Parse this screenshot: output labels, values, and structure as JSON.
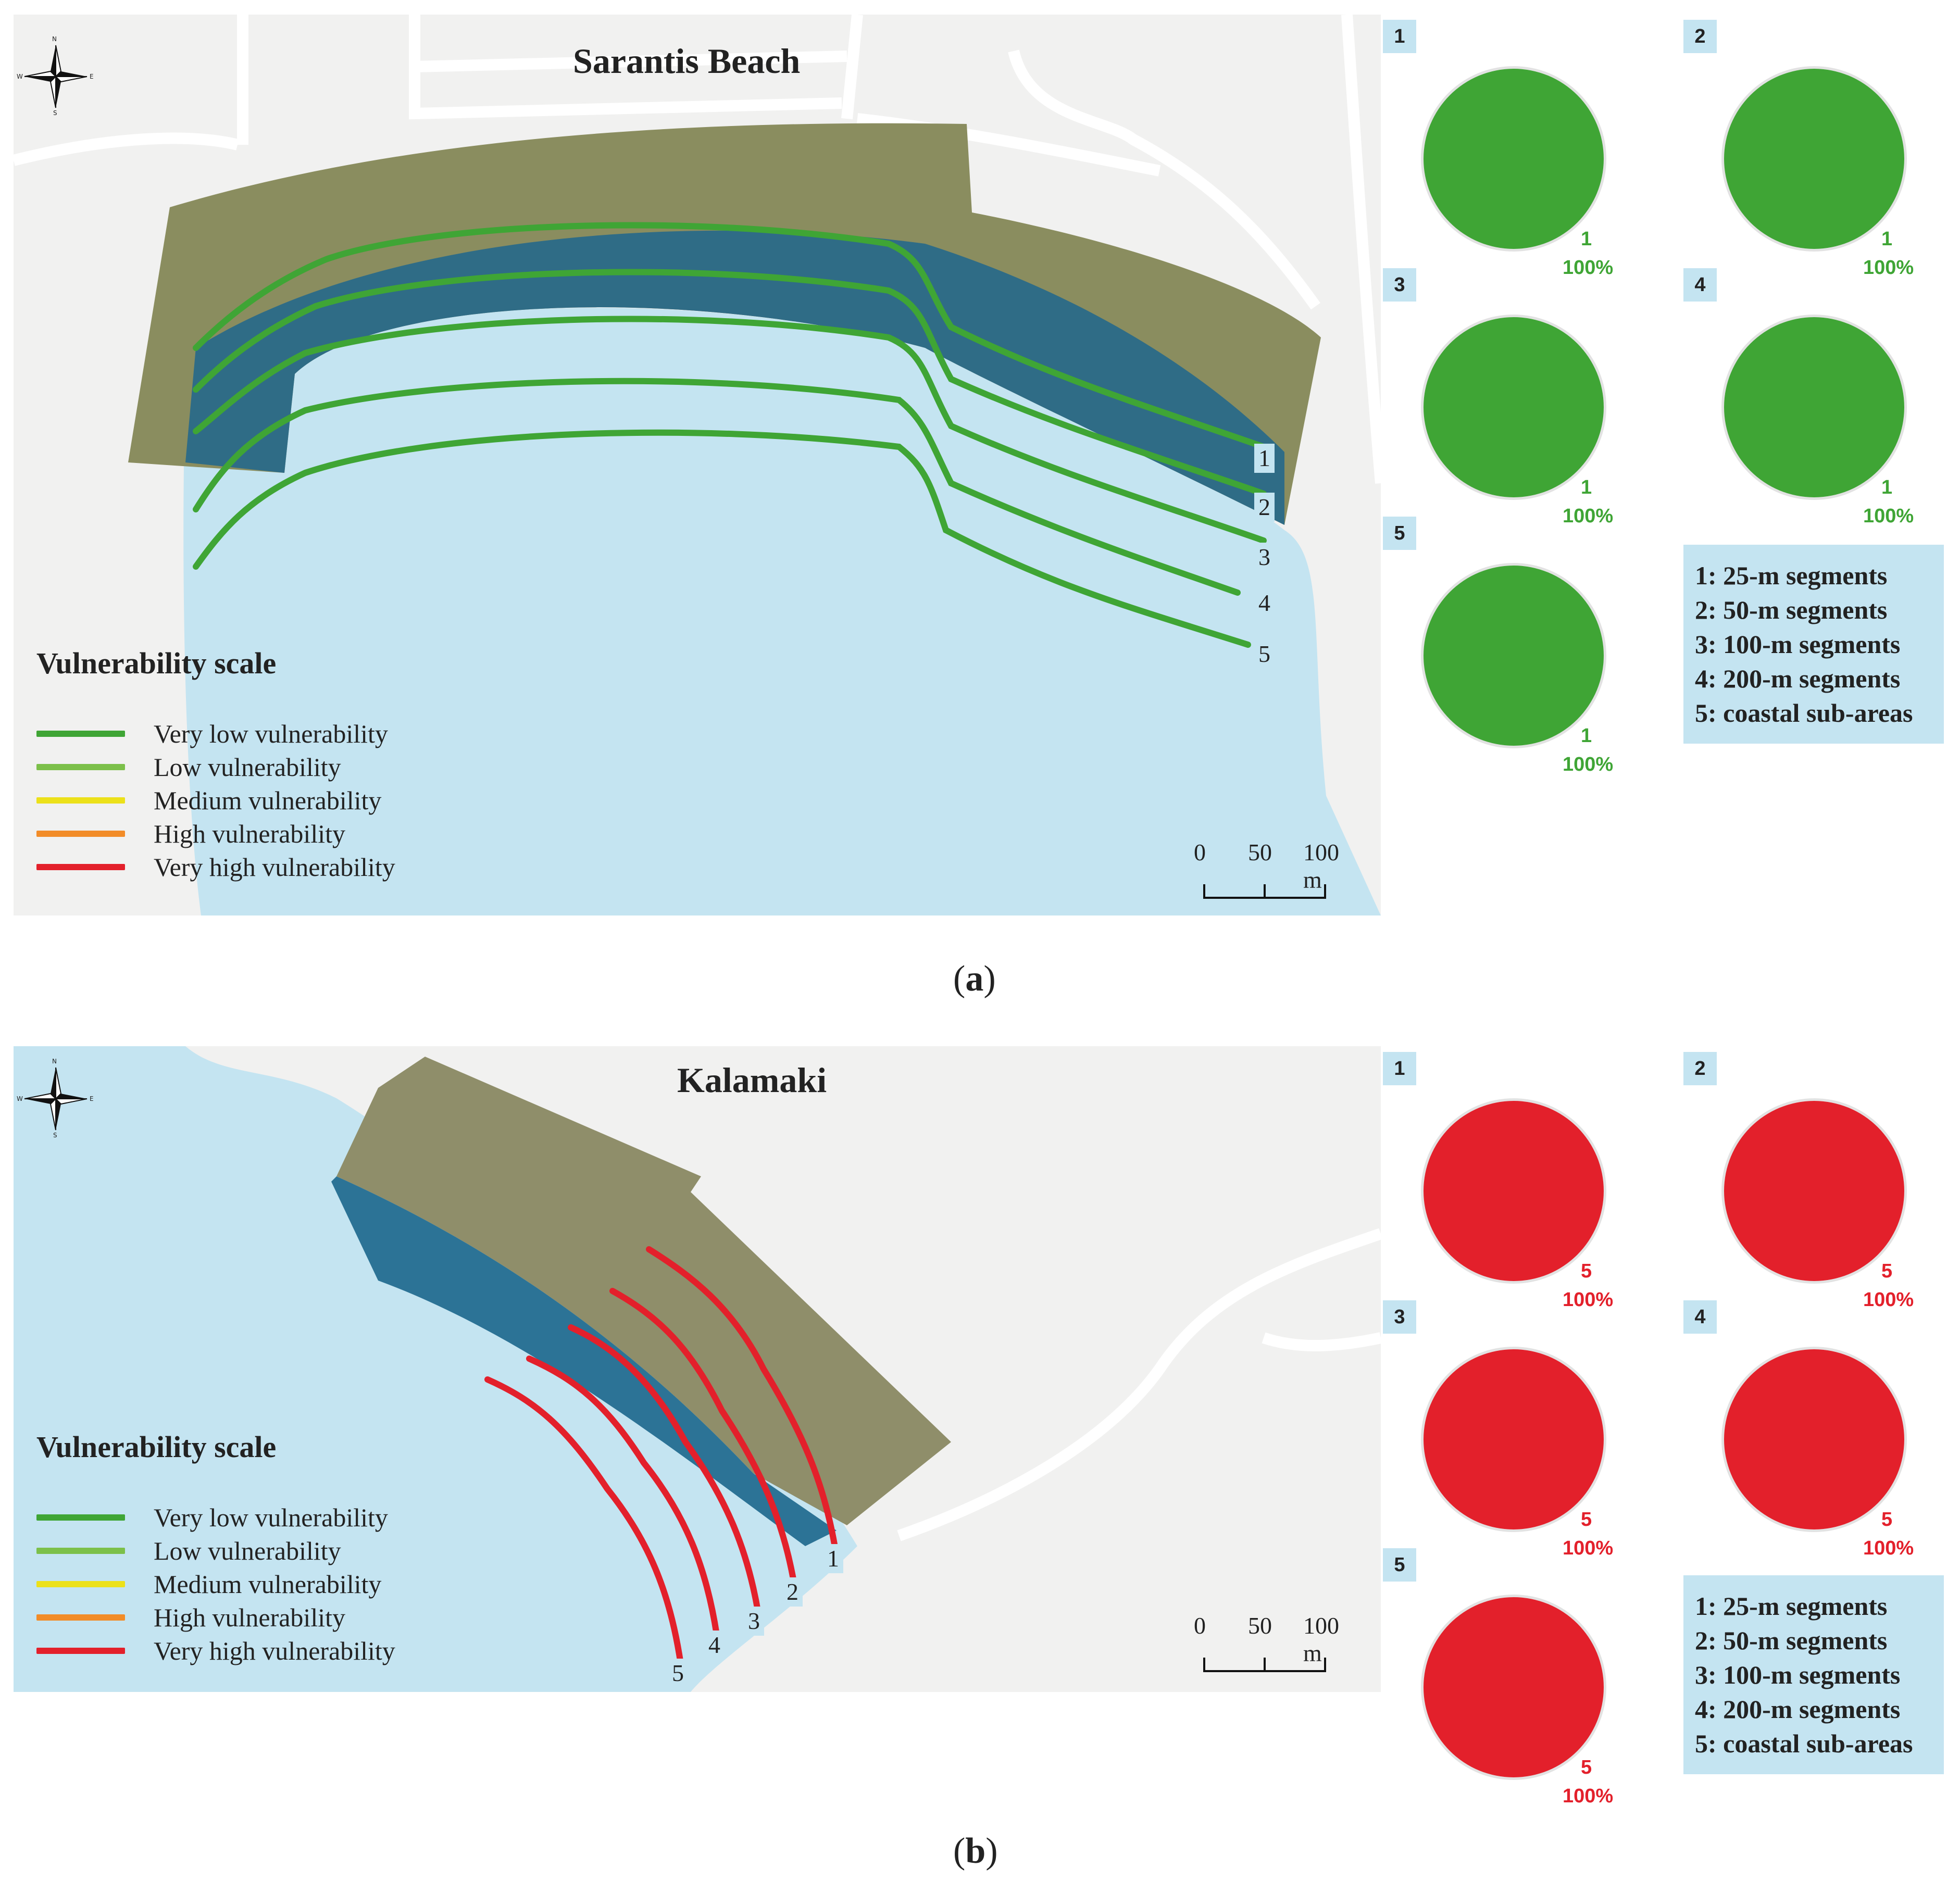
{
  "legend": {
    "title": "Vulnerability scale",
    "items": [
      {
        "label": "Very low vulnerability",
        "color": "#3fa535"
      },
      {
        "label": "Low vulnerability",
        "color": "#7cc04a"
      },
      {
        "label": "Medium vulnerability",
        "color": "#ece11a"
      },
      {
        "label": "High vulnerability",
        "color": "#f28c28"
      },
      {
        "label": "Very high vulnerability",
        "color": "#e3202b"
      }
    ]
  },
  "scale": {
    "ticks": [
      "0",
      "50",
      "100 m"
    ]
  },
  "compass": {
    "n": "N",
    "s": "S",
    "e": "E",
    "w": "W"
  },
  "key": [
    "1: 25-m segments",
    "2: 50-m segments",
    "3: 100-m segments",
    "4: 200-m segments",
    "5: coastal sub-areas"
  ],
  "colors": {
    "sea": "#c4e4f1",
    "land": "#f1f1f0",
    "road": "#ffffff"
  },
  "panels": [
    {
      "label_letter": "a",
      "title": "Sarantis Beach",
      "line_color": "#3fa535",
      "line_labels": [
        "1",
        "2",
        "3",
        "4",
        "5"
      ],
      "pies": [
        {
          "num": "1",
          "class": "1",
          "pct": "100%",
          "value": 100,
          "color": "#3fa535"
        },
        {
          "num": "2",
          "class": "1",
          "pct": "100%",
          "value": 100,
          "color": "#3fa535"
        },
        {
          "num": "3",
          "class": "1",
          "pct": "100%",
          "value": 100,
          "color": "#3fa535"
        },
        {
          "num": "4",
          "class": "1",
          "pct": "100%",
          "value": 100,
          "color": "#3fa535"
        },
        {
          "num": "5",
          "class": "1",
          "pct": "100%",
          "value": 100,
          "color": "#3fa535"
        }
      ]
    },
    {
      "label_letter": "b",
      "title": "Kalamaki",
      "line_color": "#e3202b",
      "line_labels": [
        "1",
        "2",
        "3",
        "4",
        "5"
      ],
      "pies": [
        {
          "num": "1",
          "class": "5",
          "pct": "100%",
          "value": 100,
          "color": "#e3202b"
        },
        {
          "num": "2",
          "class": "5",
          "pct": "100%",
          "value": 100,
          "color": "#e3202b"
        },
        {
          "num": "3",
          "class": "5",
          "pct": "100%",
          "value": 100,
          "color": "#e3202b"
        },
        {
          "num": "4",
          "class": "5",
          "pct": "100%",
          "value": 100,
          "color": "#e3202b"
        },
        {
          "num": "5",
          "class": "5",
          "pct": "100%",
          "value": 100,
          "color": "#e3202b"
        }
      ]
    }
  ]
}
